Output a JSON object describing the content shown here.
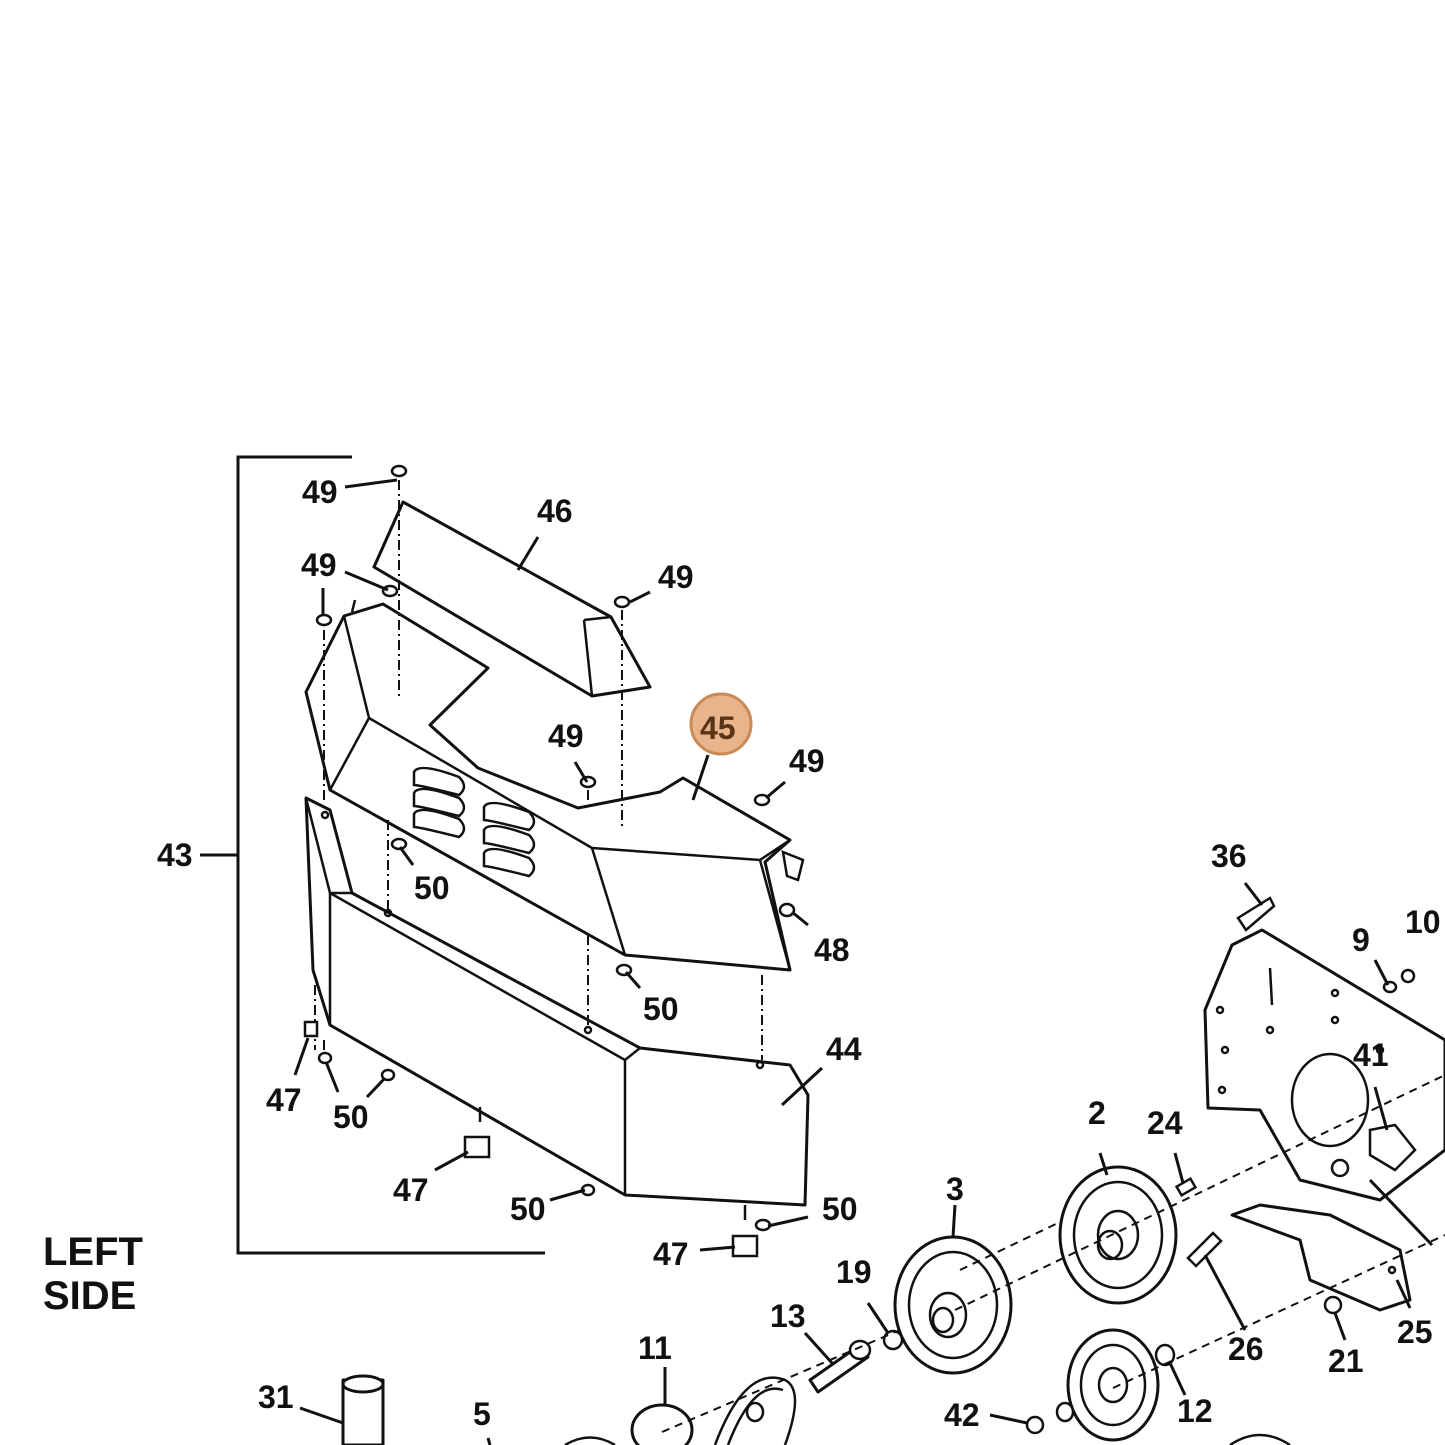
{
  "diagram": {
    "side_label_line1": "LEFT",
    "side_label_line2": "SIDE",
    "highlighted_callout": "45",
    "highlight_color": "#e8b48c",
    "highlight_stroke": "#c98a55",
    "callouts": {
      "c43": "43",
      "c44": "44",
      "c45": "45",
      "c46": "46",
      "c47a": "47",
      "c47b": "47",
      "c47c": "47",
      "c48": "48",
      "c49a": "49",
      "c49b": "49",
      "c49c": "49",
      "c49d": "49",
      "c49e": "49",
      "c50a": "50",
      "c50b": "50",
      "c50c": "50",
      "c50d": "50",
      "c50e": "50",
      "c36": "36",
      "c9": "9",
      "c10": "10",
      "c41": "41",
      "c2": "2",
      "c24": "24",
      "c3": "3",
      "c19": "19",
      "c13": "13",
      "c11": "11",
      "c31": "31",
      "c5": "5",
      "c42": "42",
      "c12": "12",
      "c26": "26",
      "c21": "21",
      "c25": "25"
    }
  }
}
